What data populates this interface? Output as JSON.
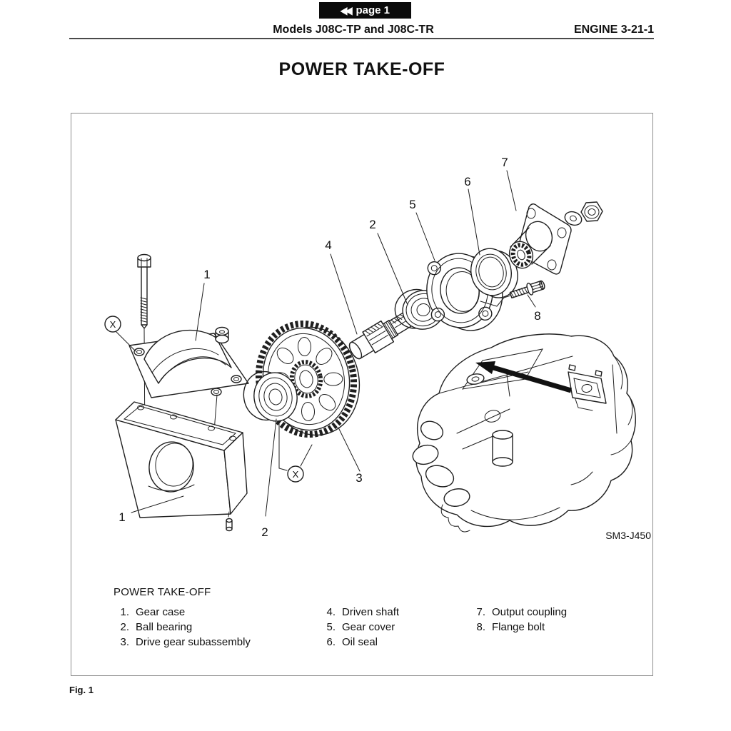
{
  "nav": {
    "icon": "◀◀",
    "label": "page 1"
  },
  "header": {
    "models": "Models J08C-TP and J08C-TR",
    "section": "ENGINE 3-21-1"
  },
  "title": "POWER TAKE-OFF",
  "figure": {
    "code": "SM3-J450",
    "caption": "Fig. 1",
    "marker": "X",
    "callouts": {
      "c1": "1",
      "c2": "2",
      "c3": "3",
      "c4": "4",
      "c5": "5",
      "c6": "6",
      "c7": "7",
      "c8": "8"
    },
    "legend": {
      "heading": "POWER TAKE-OFF",
      "columns": [
        {
          "items": [
            {
              "num": "1.",
              "label": "Gear case"
            },
            {
              "num": "2.",
              "label": "Ball bearing"
            },
            {
              "num": "3.",
              "label": "Drive gear subassembly"
            }
          ]
        },
        {
          "items": [
            {
              "num": "4.",
              "label": "Driven shaft"
            },
            {
              "num": "5.",
              "label": "Gear cover"
            },
            {
              "num": "6.",
              "label": "Oil seal"
            }
          ]
        },
        {
          "items": [
            {
              "num": "7.",
              "label": "Output coupling"
            },
            {
              "num": "8.",
              "label": "Flange bolt"
            }
          ]
        }
      ]
    }
  }
}
